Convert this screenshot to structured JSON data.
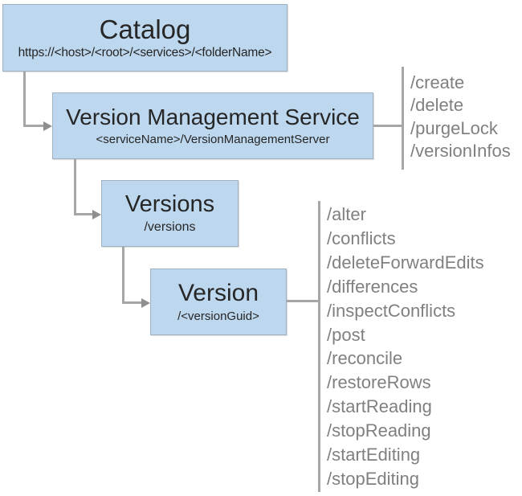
{
  "diagram": {
    "catalog": {
      "title": "Catalog",
      "subtitle": "https://<host>/<root>/<services>/<folderName>"
    },
    "service": {
      "title": "Version Management Service",
      "subtitle": "<serviceName>/VersionManagementServer",
      "operations": [
        "/create",
        "/delete",
        "/purgeLock",
        "/versionInfos"
      ]
    },
    "versions": {
      "title": "Versions",
      "subtitle": "/versions"
    },
    "version": {
      "title": "Version",
      "subtitle": "/<versionGuid>",
      "operations": [
        "/alter",
        "/conflicts",
        "/deleteForwardEdits",
        "/differences",
        "/inspectConflicts",
        "/post",
        "/reconcile",
        "/restoreRows",
        "/startReading",
        "/stopReading",
        "/startEditing",
        "/stopEditing"
      ]
    },
    "colors": {
      "box_fill": "#bdd7ee",
      "box_border": "#9fb1c1",
      "connector": "#a6a6a6",
      "arrowhead": "#8f8f8f",
      "title_text": "#262626",
      "operations_text": "#808080"
    }
  }
}
